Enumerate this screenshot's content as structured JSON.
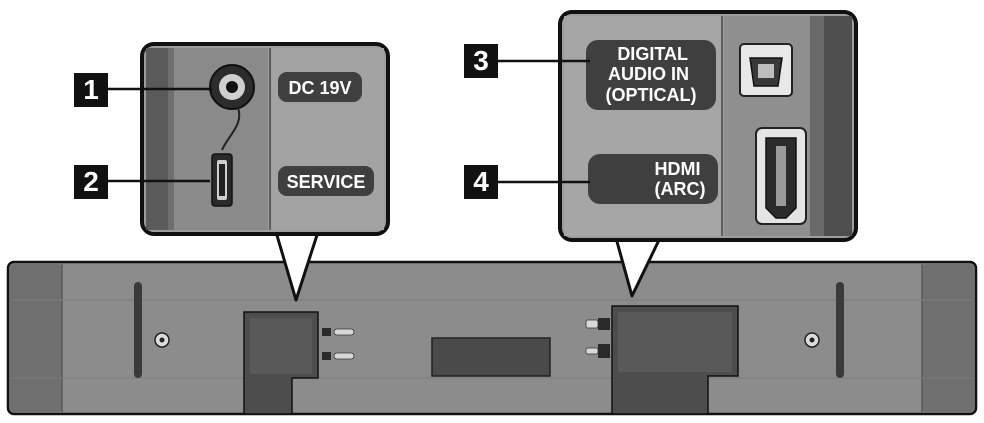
{
  "callouts": [
    {
      "number": "1",
      "label": "DC 19V",
      "part": "dc-power-jack"
    },
    {
      "number": "2",
      "label": "SERVICE",
      "part": "service-usb-port"
    },
    {
      "number": "3",
      "label_lines": [
        "DIGITAL",
        "AUDIO IN",
        "(OPTICAL)"
      ],
      "part": "optical-input-port"
    },
    {
      "number": "4",
      "label_lines": [
        "HDMI",
        "(ARC)"
      ],
      "part": "hdmi-arc-port"
    }
  ],
  "colors": {
    "bar_body": "#8c8c8c",
    "bar_end": "#6f6f6f",
    "panel_bg": "#9d9d9d",
    "label_pill": "#3f3f3f",
    "badge": "#111111",
    "outline": "#111111"
  }
}
